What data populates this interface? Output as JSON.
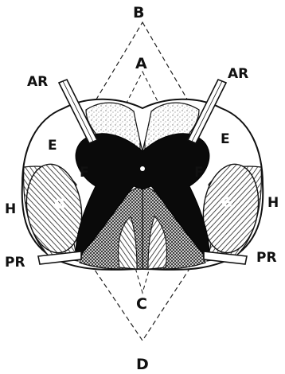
{
  "labels": {
    "b": "B",
    "a": "A",
    "c": "C",
    "d": "D",
    "ar_left": "AR",
    "ar_right": "AR",
    "e_left": "E",
    "e_right": "E",
    "f_left": "F",
    "f_right": "F",
    "g_left": "G",
    "g_right": "G",
    "h_left": "H",
    "h_right": "H",
    "pr_left": "PR",
    "pr_right": "PR"
  },
  "colors": {
    "ink": "#111111",
    "grey_matter": "#0a0a0a",
    "paper": "#ffffff",
    "stipple": "#cfcfcf"
  }
}
